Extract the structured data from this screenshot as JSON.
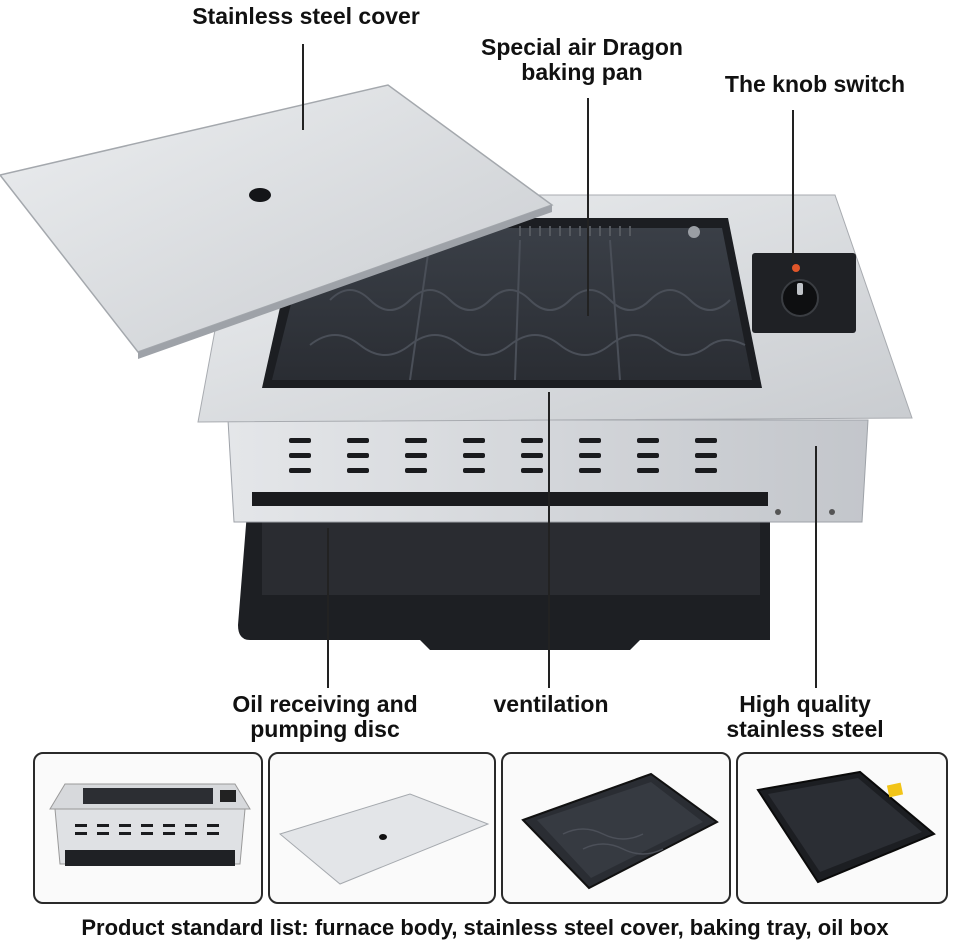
{
  "callouts": {
    "cover": "Stainless steel cover",
    "pan_line1": "Special air Dragon",
    "pan_line2": "baking pan",
    "knob": "The knob switch",
    "oil_line1": "Oil receiving and",
    "oil_line2": "pumping disc",
    "ventilation": "ventilation",
    "steel_line1": "High quality",
    "steel_line2": "stainless steel"
  },
  "thumbnails": [
    {
      "name": "furnace-body"
    },
    {
      "name": "stainless-steel-cover"
    },
    {
      "name": "baking-tray"
    },
    {
      "name": "oil-box"
    }
  ],
  "footer": "Product standard list: furnace body, stainless steel cover, baking tray, oil box",
  "colors": {
    "steel": "#d9dbde",
    "steel_dark": "#b9bcc1",
    "pan": "#2f333a",
    "tray": "#1d1f23",
    "panel": "#26282c",
    "knob_accent": "#e0562a"
  }
}
